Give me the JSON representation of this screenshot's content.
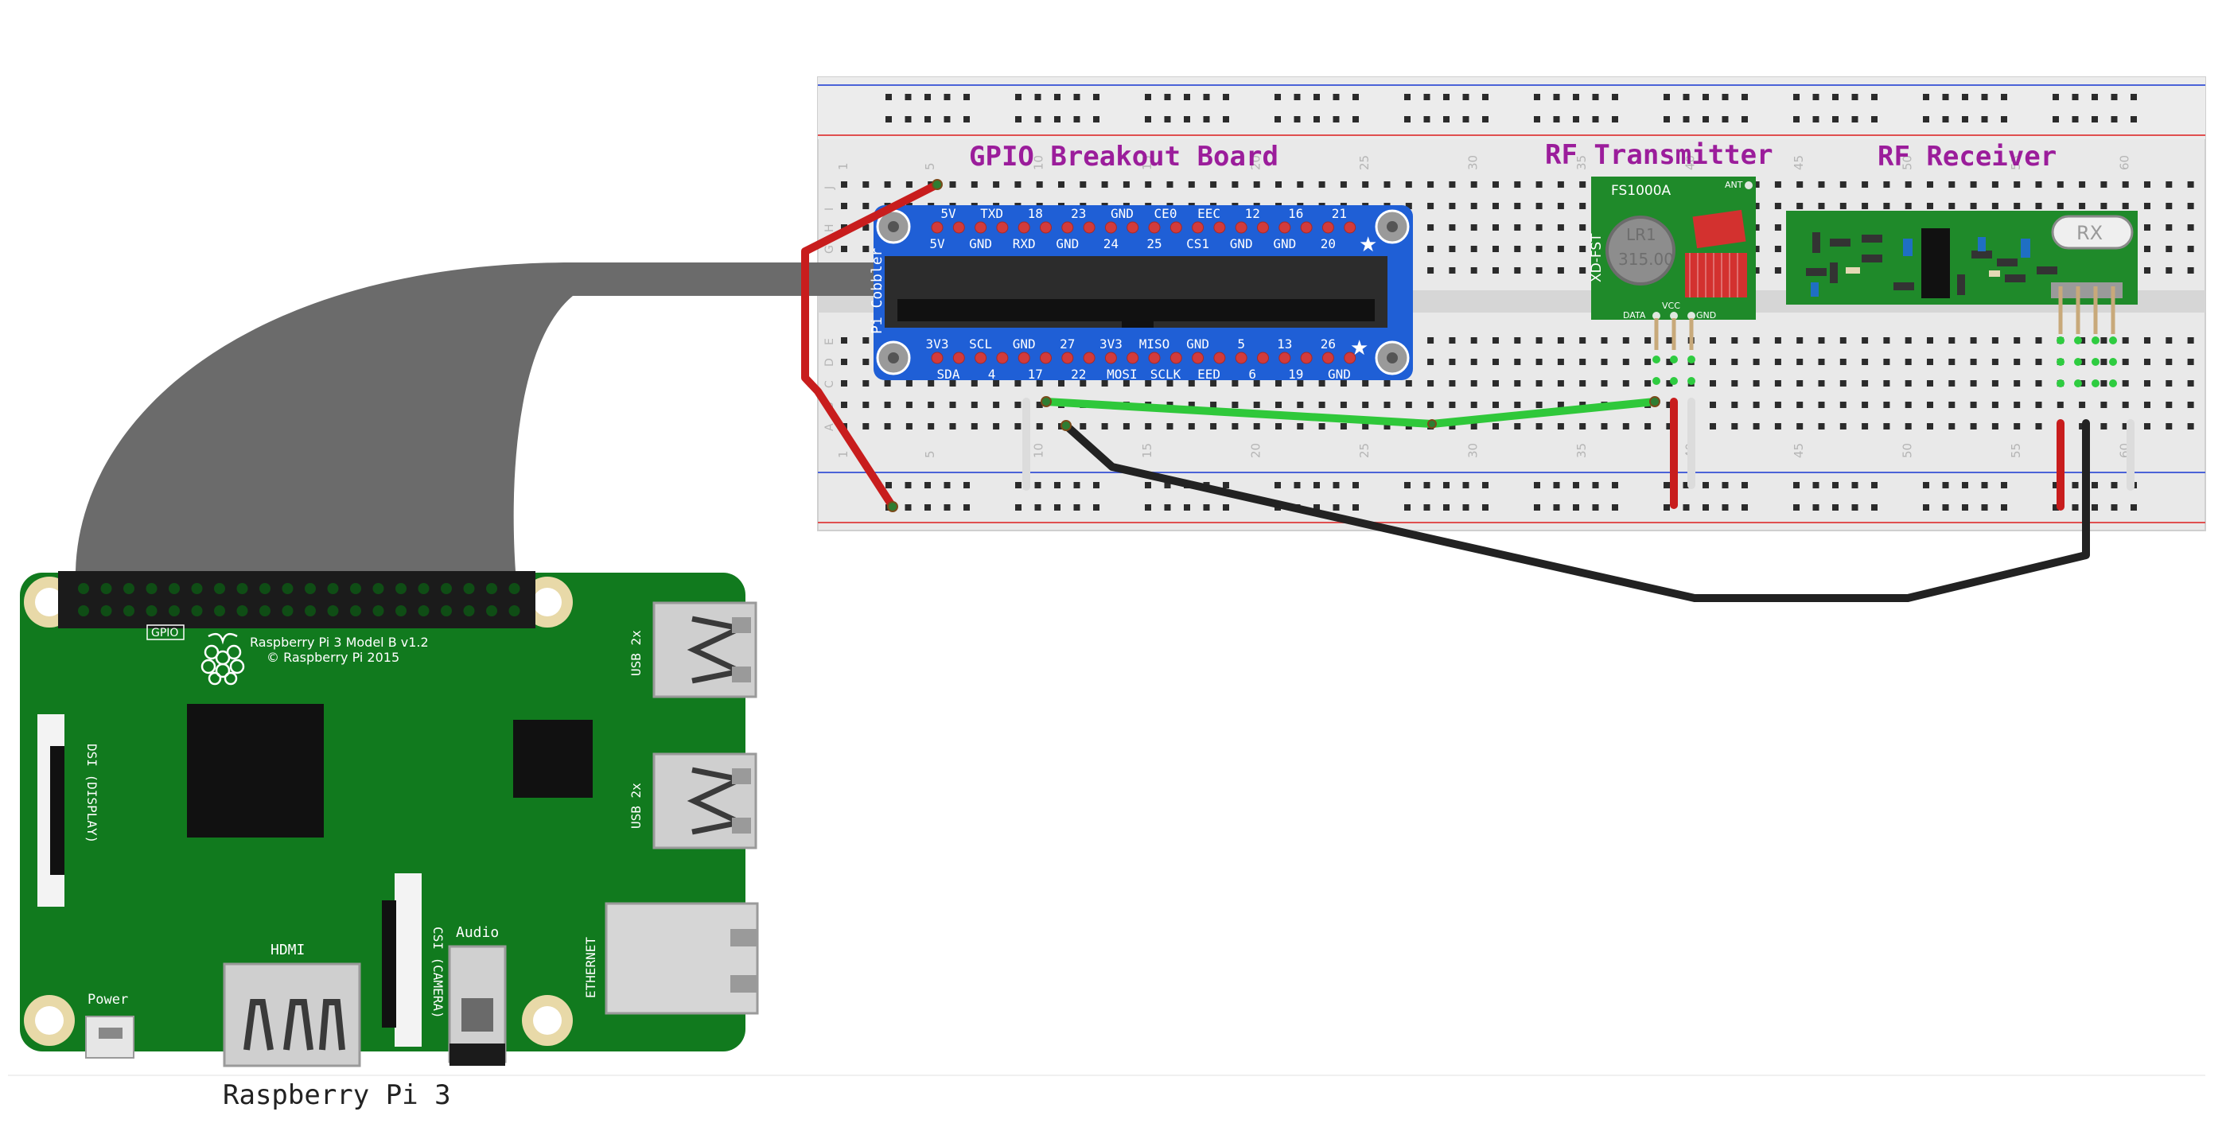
{
  "captions": {
    "gpio_breakout": "GPIO Breakout Board",
    "rf_transmitter": "RF Transmitter",
    "rf_receiver": "RF Receiver",
    "raspberry_pi": "Raspberry Pi 3"
  },
  "colors": {
    "caption": "#9b1d9b",
    "pi_board": "#117a1e",
    "cobbler": "#1f5fd6",
    "breadboard": "#e8e8e8",
    "wire_red": "#c81d1d",
    "wire_black": "#222222",
    "wire_green": "#2fc83a",
    "ribbon": "#6b6b6b",
    "rail_red": "#e05050",
    "rail_blue": "#4b63d8"
  },
  "breadboard": {
    "column_numbers": [
      "1",
      "5",
      "10",
      "15",
      "20",
      "25",
      "30",
      "35",
      "40",
      "45",
      "50",
      "55",
      "60"
    ],
    "row_letters_top": [
      "J",
      "I",
      "H",
      "G",
      "F"
    ],
    "row_letters_bottom": [
      "E",
      "D",
      "C",
      "B",
      "A"
    ]
  },
  "cobbler": {
    "side_label": "Pi Cobbler",
    "top_row_upper": [
      "5V",
      "TXD",
      "18",
      "23",
      "GND",
      "CE0",
      "EEC",
      "12",
      "16",
      "21"
    ],
    "top_row_lower": [
      "5V",
      "GND",
      "RXD",
      "GND",
      "24",
      "25",
      "CS1",
      "GND",
      "GND",
      "20"
    ],
    "bottom_row_upper": [
      "3V3",
      "SCL",
      "GND",
      "27",
      "3V3",
      "MISO",
      "GND",
      "5",
      "13",
      "26"
    ],
    "bottom_row_lower": [
      "SDA",
      "4",
      "17",
      "22",
      "MOSI",
      "SCLK",
      "EED",
      "6",
      "19",
      "GND"
    ]
  },
  "transmitter": {
    "model": "FS1000A",
    "side_text": "XD-FST",
    "coil_label": "LR1",
    "coil_freq": "315.00",
    "ant": "ANT",
    "pin_data": "DATA",
    "pin_vcc": "VCC",
    "pin_gnd": "GND"
  },
  "receiver": {
    "label": "RX"
  },
  "pi": {
    "gpio_label": "GPIO",
    "model_line": "Raspberry Pi 3 Model B v1.2",
    "copyright_line": "© Raspberry Pi 2015",
    "usb_label_1": "USB 2x",
    "usb_label_2": "USB 2x",
    "ethernet_label": "ETHERNET",
    "dsi_label": "DSI (DISPLAY)",
    "csi_label": "CSI (CAMERA)",
    "hdmi_label": "HDMI",
    "audio_label": "Audio",
    "power_label": "Power"
  }
}
